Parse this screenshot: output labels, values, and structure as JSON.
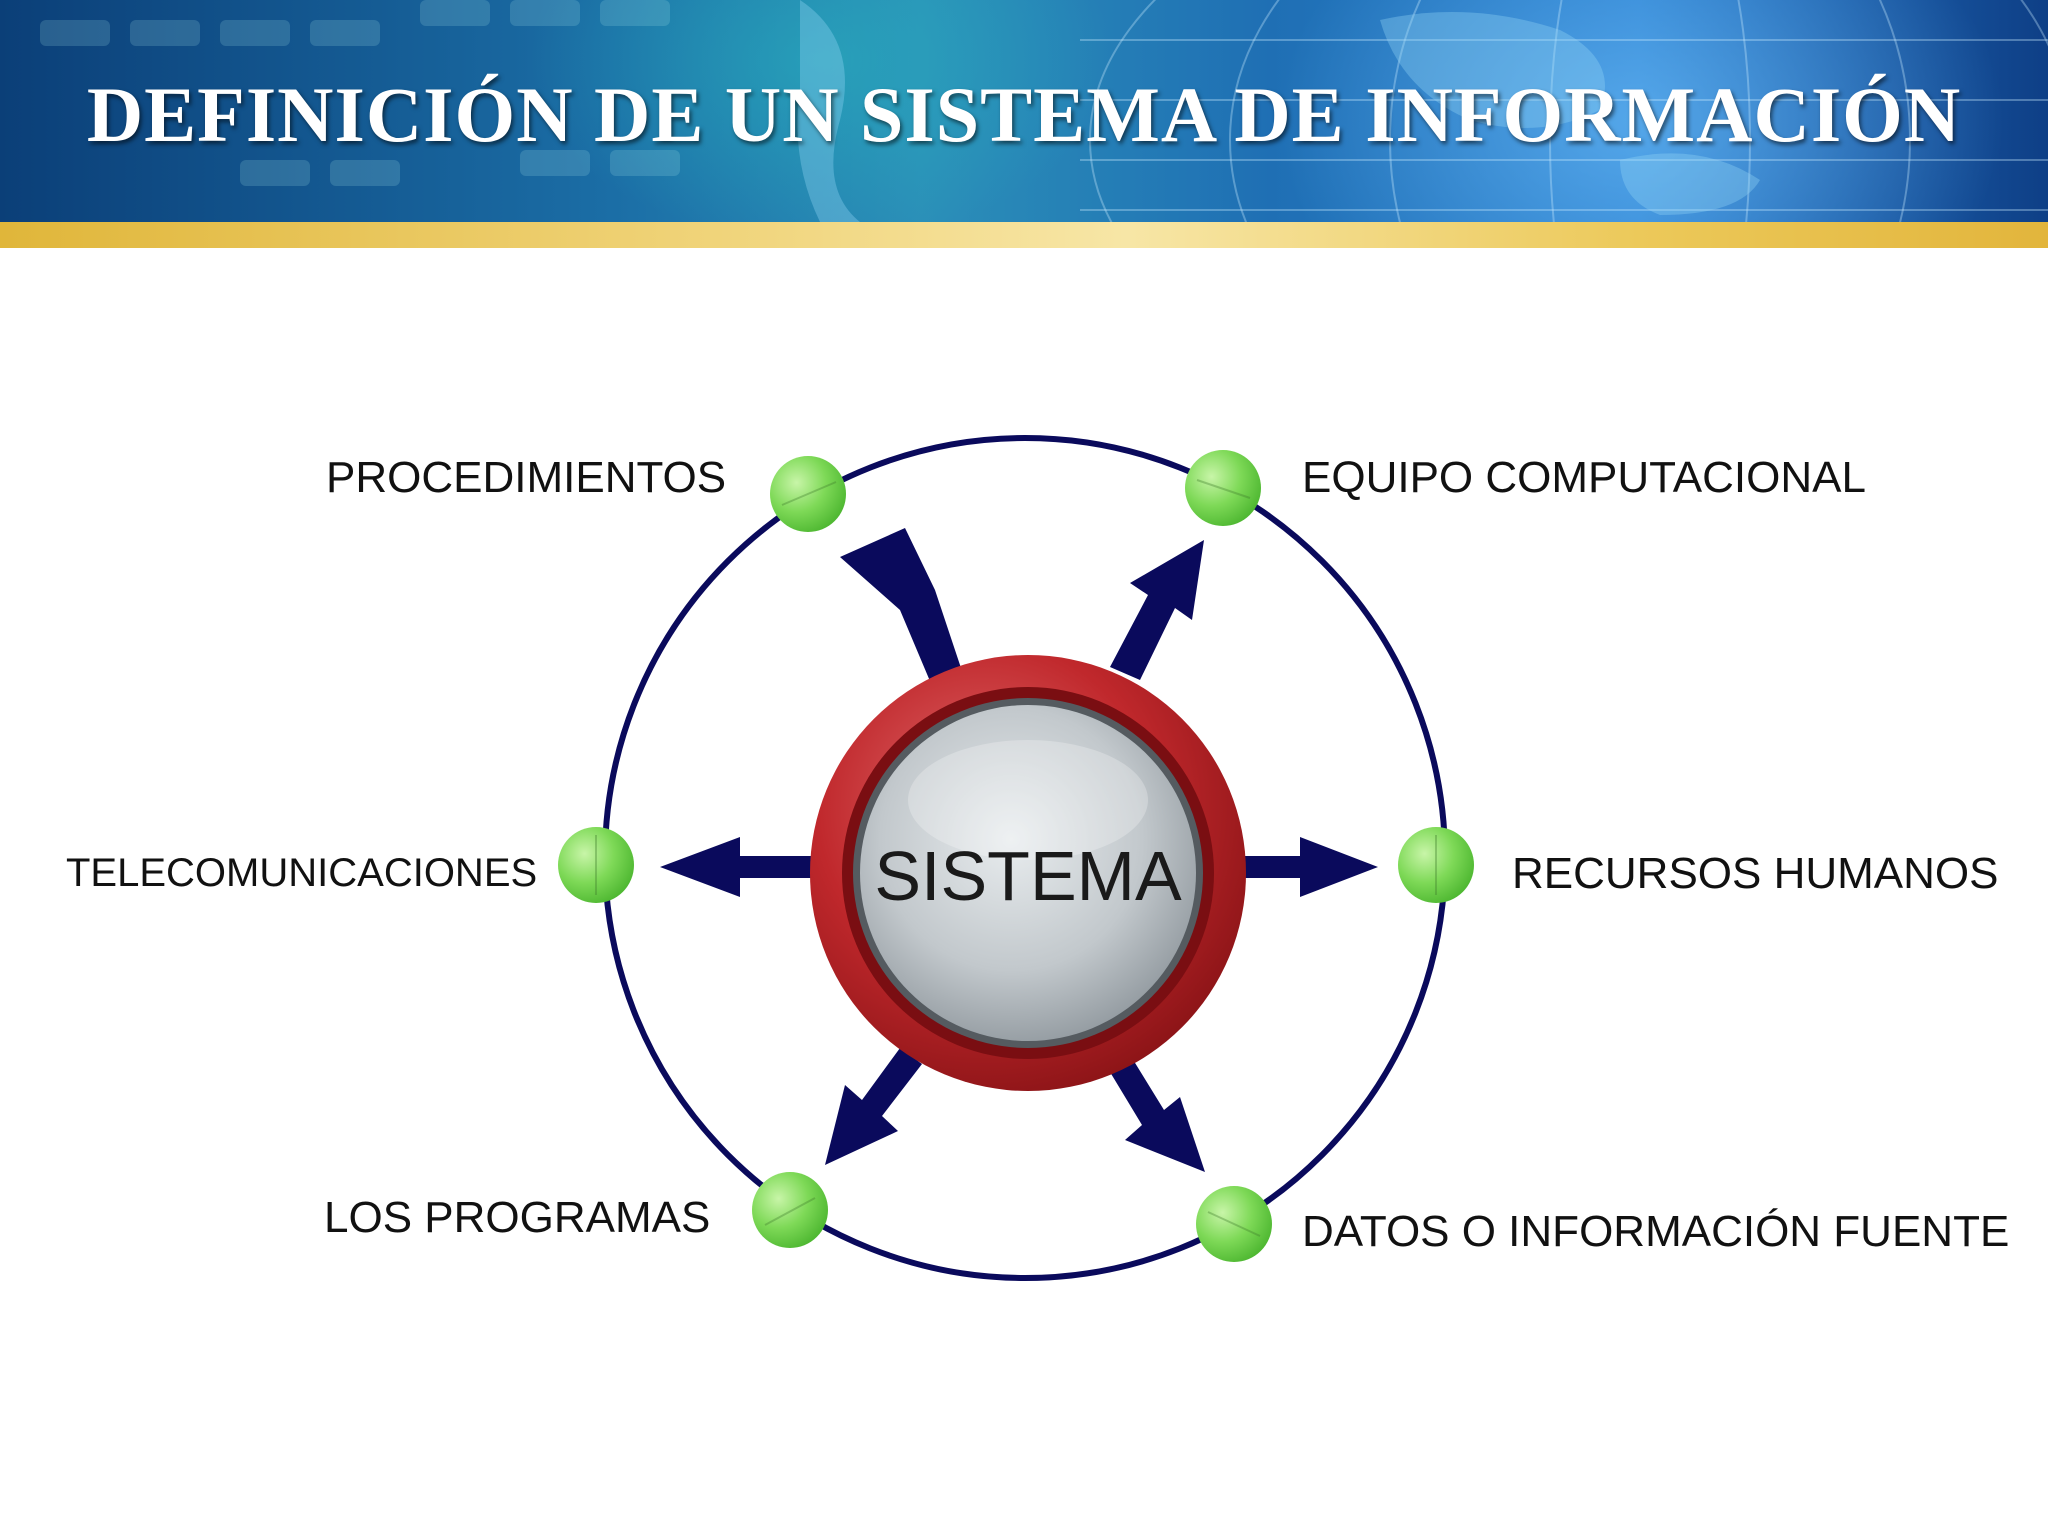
{
  "slide": {
    "title": "DEFINICIÓN DE UN SISTEMA DE INFORMACIÓN"
  },
  "diagram": {
    "center_label": "SISTEMA",
    "components": {
      "procedimientos": "PROCEDIMIENTOS",
      "equipo": "EQUIPO COMPUTACIONAL",
      "telecomunicaciones": "TELECOMUNICACIONES",
      "recursos": "RECURSOS HUMANOS",
      "programas": "LOS PROGRAMAS",
      "datos": "DATOS O INFORMACIÓN FUENTE"
    }
  },
  "colors": {
    "ring": "#0a0a5c",
    "arrow": "#0a0a5c",
    "node": "#7ed957",
    "center_ring": "#b41e22"
  }
}
